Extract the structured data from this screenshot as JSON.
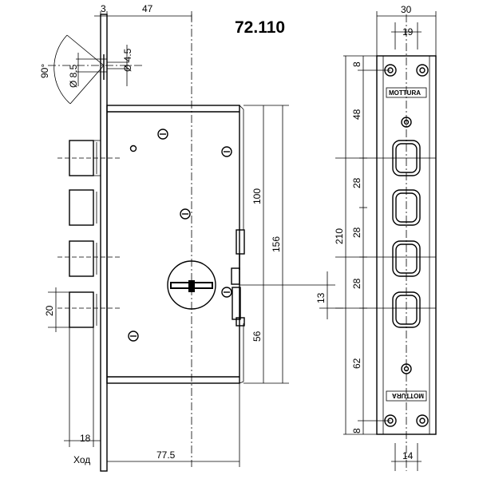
{
  "title": "72.110",
  "dimensions": {
    "width_3": "3",
    "width_47": "47",
    "angle_90": "90°",
    "dia_85": "Ø 8.5",
    "dia_45": "Ø 4.5",
    "dim_100": "100",
    "dim_156": "156",
    "dim_56": "56",
    "dim_13": "13",
    "dim_20": "20",
    "dim_18": "18",
    "dim_775": "77.5",
    "face_30": "30",
    "face_19": "19",
    "face_14": "14",
    "face_210": "210",
    "face_8_top": "8",
    "face_48": "48",
    "face_28_a": "28",
    "face_28_b": "28",
    "face_28_c": "28",
    "face_62": "62",
    "face_8_bottom": "8"
  },
  "labels": {
    "stroke": "Ход",
    "brand_top": "MOTTURA",
    "brand_bottom": "MOTTURA"
  }
}
